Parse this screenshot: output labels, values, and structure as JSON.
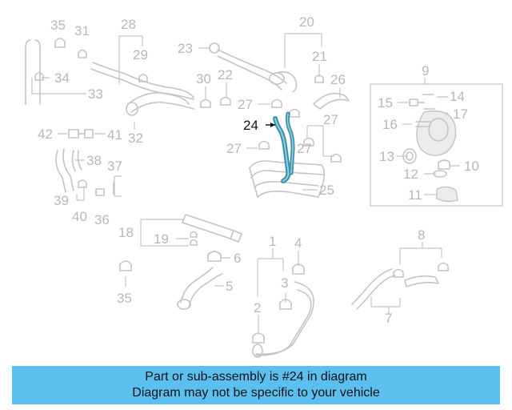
{
  "diagram": {
    "highlighted_part": "24",
    "highlight_color": "#3a8fa8",
    "callouts": [
      {
        "id": "c35a",
        "label": "35"
      },
      {
        "id": "c31",
        "label": "31"
      },
      {
        "id": "c28",
        "label": "28"
      },
      {
        "id": "c29",
        "label": "29"
      },
      {
        "id": "c34",
        "label": "34"
      },
      {
        "id": "c33",
        "label": "33"
      },
      {
        "id": "c23",
        "label": "23"
      },
      {
        "id": "c20",
        "label": "20"
      },
      {
        "id": "c21",
        "label": "21"
      },
      {
        "id": "c30",
        "label": "30"
      },
      {
        "id": "c22",
        "label": "22"
      },
      {
        "id": "c26",
        "label": "26"
      },
      {
        "id": "c9",
        "label": "9"
      },
      {
        "id": "c15",
        "label": "15"
      },
      {
        "id": "c14",
        "label": "14"
      },
      {
        "id": "c17",
        "label": "17"
      },
      {
        "id": "c16",
        "label": "16"
      },
      {
        "id": "c27a",
        "label": "27"
      },
      {
        "id": "c24",
        "label": "24"
      },
      {
        "id": "c27b",
        "label": "27"
      },
      {
        "id": "c27c",
        "label": "27"
      },
      {
        "id": "c27d",
        "label": "27"
      },
      {
        "id": "c42",
        "label": "42"
      },
      {
        "id": "c41",
        "label": "41"
      },
      {
        "id": "c32",
        "label": "32"
      },
      {
        "id": "c13",
        "label": "13"
      },
      {
        "id": "c10",
        "label": "10"
      },
      {
        "id": "c38",
        "label": "38"
      },
      {
        "id": "c37",
        "label": "37"
      },
      {
        "id": "c12",
        "label": "12"
      },
      {
        "id": "c25",
        "label": "25"
      },
      {
        "id": "c11",
        "label": "11"
      },
      {
        "id": "c39",
        "label": "39"
      },
      {
        "id": "c40",
        "label": "40"
      },
      {
        "id": "c36",
        "label": "36"
      },
      {
        "id": "c18",
        "label": "18"
      },
      {
        "id": "c19",
        "label": "19"
      },
      {
        "id": "c8",
        "label": "8"
      },
      {
        "id": "c1",
        "label": "1"
      },
      {
        "id": "c4",
        "label": "4"
      },
      {
        "id": "c6",
        "label": "6"
      },
      {
        "id": "c5",
        "label": "5"
      },
      {
        "id": "c3",
        "label": "3"
      },
      {
        "id": "c35b",
        "label": "35"
      },
      {
        "id": "c2",
        "label": "2"
      },
      {
        "id": "c7",
        "label": "7"
      }
    ]
  },
  "banner": {
    "background": "#5bc0f0",
    "line1": "Part or sub-assembly is #24 in diagram",
    "line2": "Diagram may not be specific to your vehicle"
  }
}
